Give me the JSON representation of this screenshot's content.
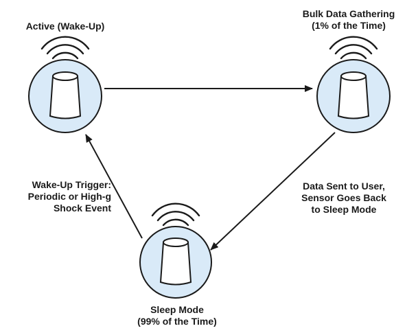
{
  "nodes": {
    "active": {
      "label": "Active (Wake-Up)"
    },
    "bulk": {
      "label": "Bulk Data Gathering\n(1% of the Time)"
    },
    "sleep": {
      "label": "Sleep Mode\n(99% of the Time)"
    }
  },
  "edges": {
    "wake_trigger": {
      "label": "Wake-Up Trigger:\nPeriodic or High-g\nShock Event"
    },
    "data_sent": {
      "label": "Data Sent to User,\nSensor Goes Back\nto Sleep Mode"
    }
  },
  "colors": {
    "node_fill": "#d9eaf8",
    "stroke": "#1a1a1a"
  }
}
